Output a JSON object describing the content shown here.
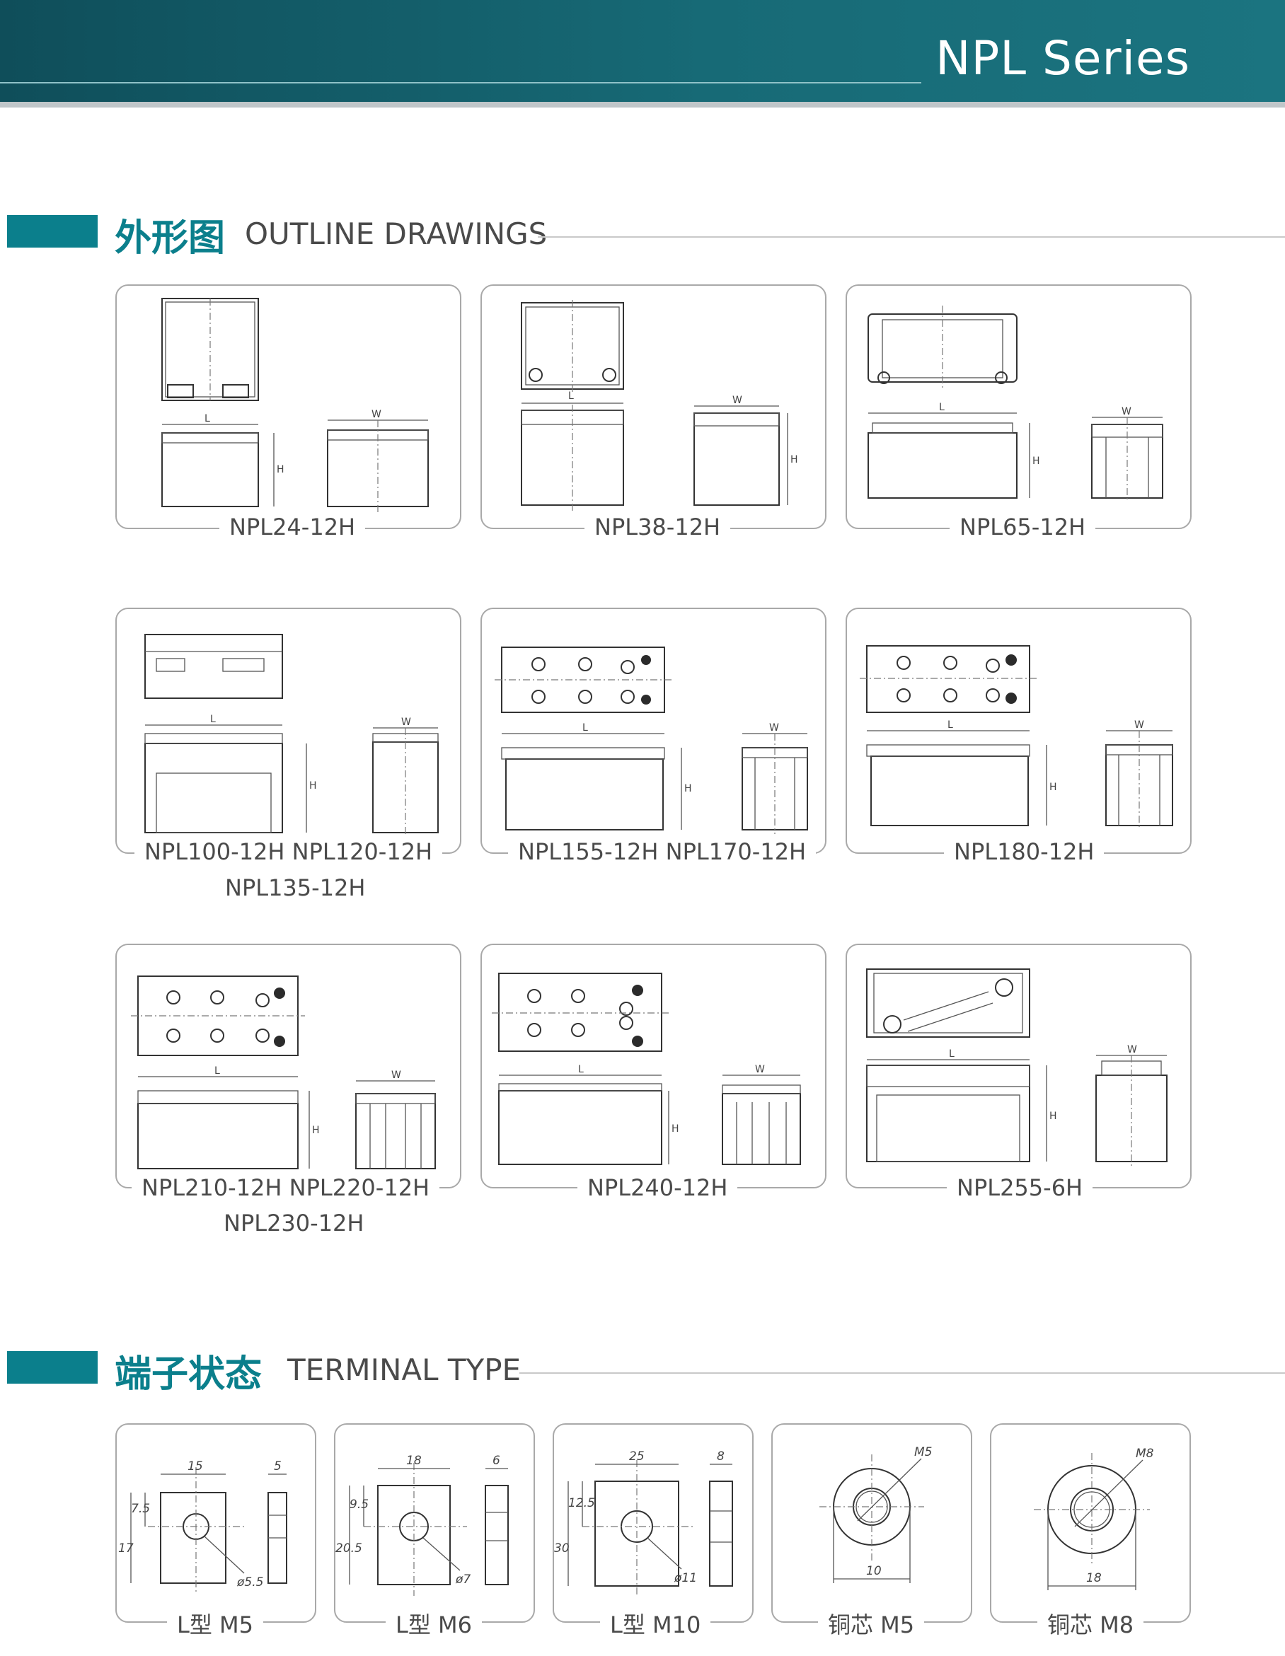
{
  "header": {
    "series": "NPL Series"
  },
  "outline": {
    "cn": "外形图",
    "en": "OUTLINE DRAWINGS"
  },
  "terminal": {
    "cn": "端子状态",
    "en": "TERMINAL TYPE"
  },
  "dims": {
    "L": "L",
    "W": "W",
    "H": "H"
  },
  "outline_cards": [
    {
      "caption": "NPL24-12H"
    },
    {
      "caption": "NPL38-12H"
    },
    {
      "caption": "NPL65-12H"
    },
    {
      "caption": "NPL100-12H  NPL120-12H",
      "caption2": "NPL135-12H"
    },
    {
      "caption": "NPL155-12H  NPL170-12H"
    },
    {
      "caption": "NPL180-12H"
    },
    {
      "caption": "NPL210-12H  NPL220-12H",
      "caption2": "NPL230-12H"
    },
    {
      "caption": "NPL240-12H"
    },
    {
      "caption": "NPL255-6H"
    }
  ],
  "terminal_cards": [
    {
      "caption": "L型 M5",
      "top": "15",
      "side": "5",
      "h1": "7.5",
      "h2": "17",
      "hole": "ø5.5"
    },
    {
      "caption": "L型 M6",
      "top": "18",
      "side": "6",
      "h1": "9.5",
      "h2": "20.5",
      "hole": "ø7"
    },
    {
      "caption": "L型 M10",
      "top": "25",
      "side": "8",
      "h1": "12.5",
      "h2": "30",
      "hole": "ø11"
    },
    {
      "caption": "铜芯 M5",
      "thread": "M5",
      "dia": "10"
    },
    {
      "caption": "铜芯 M8",
      "thread": "M8",
      "dia": "18"
    }
  ]
}
